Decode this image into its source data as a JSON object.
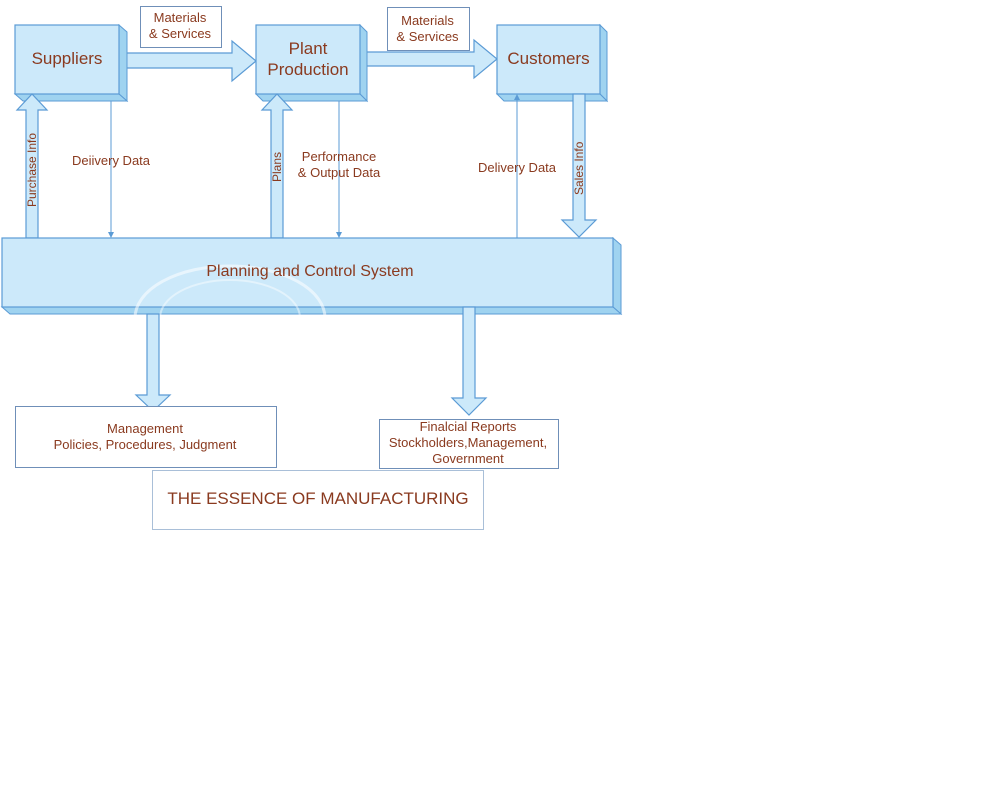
{
  "diagram": {
    "nodes": {
      "suppliers": "Suppliers",
      "plant_production_line1": "Plant",
      "plant_production_line2": "Production",
      "customers": "Customers",
      "planning_control": "Planning and Control System"
    },
    "flows": {
      "materials_1_line1": "Materials",
      "materials_1_line2": "& Services",
      "materials_2_line1": "Materials",
      "materials_2_line2": "& Services",
      "purchase_info": "Purchase Info",
      "delivery_data_suppliers": "Deiivery Data",
      "plans": "Plans",
      "performance_line1": "Performance",
      "performance_line2": "& Output Data",
      "delivery_data_customers": "Delivery Data",
      "sales_info": "Sales Info"
    },
    "outputs": {
      "management_line1": "Management",
      "management_line2": "Policies, Procedures, Judgment",
      "reports_line1": "Finalcial Reports",
      "reports_line2": "Stockholders,Management,",
      "reports_line3": "Government"
    },
    "caption": "THE ESSENCE OF MANUFACTURING"
  },
  "colors": {
    "box_fill": "#cce9fa",
    "box_side": "#9fd3f0",
    "outline": "#5b9bd5",
    "text": "#8a3a1f"
  }
}
